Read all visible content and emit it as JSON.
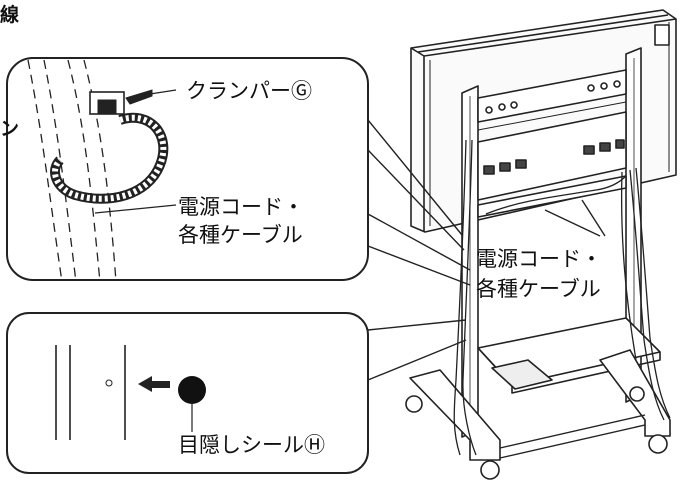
{
  "labels": {
    "top_fragment": "線",
    "left_fragment": "ン",
    "clamper": "クランパーⒼ",
    "cable_left_line1": "電源コード・",
    "cable_left_line2": "各種ケーブル",
    "cable_right_line1": "電源コード・",
    "cable_right_line2": "各種ケーブル",
    "seal": "目隠しシールⒽ"
  }
}
